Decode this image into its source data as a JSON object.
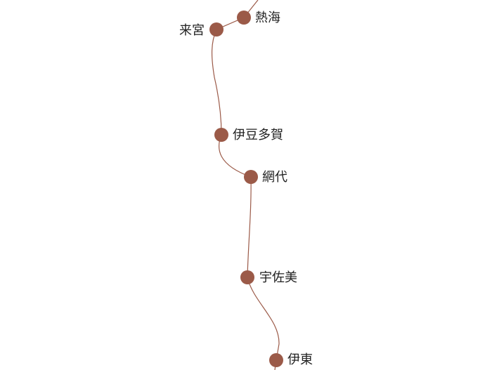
{
  "map": {
    "line_color": "#9b5a48",
    "stations": [
      {
        "id": "atami",
        "name": "熱海"
      },
      {
        "id": "kinomiya",
        "name": "来宮"
      },
      {
        "id": "izutaga",
        "name": "伊豆多賀"
      },
      {
        "id": "ajiro",
        "name": "網代"
      },
      {
        "id": "usami",
        "name": "宇佐美"
      },
      {
        "id": "ito",
        "name": "伊東"
      }
    ]
  }
}
